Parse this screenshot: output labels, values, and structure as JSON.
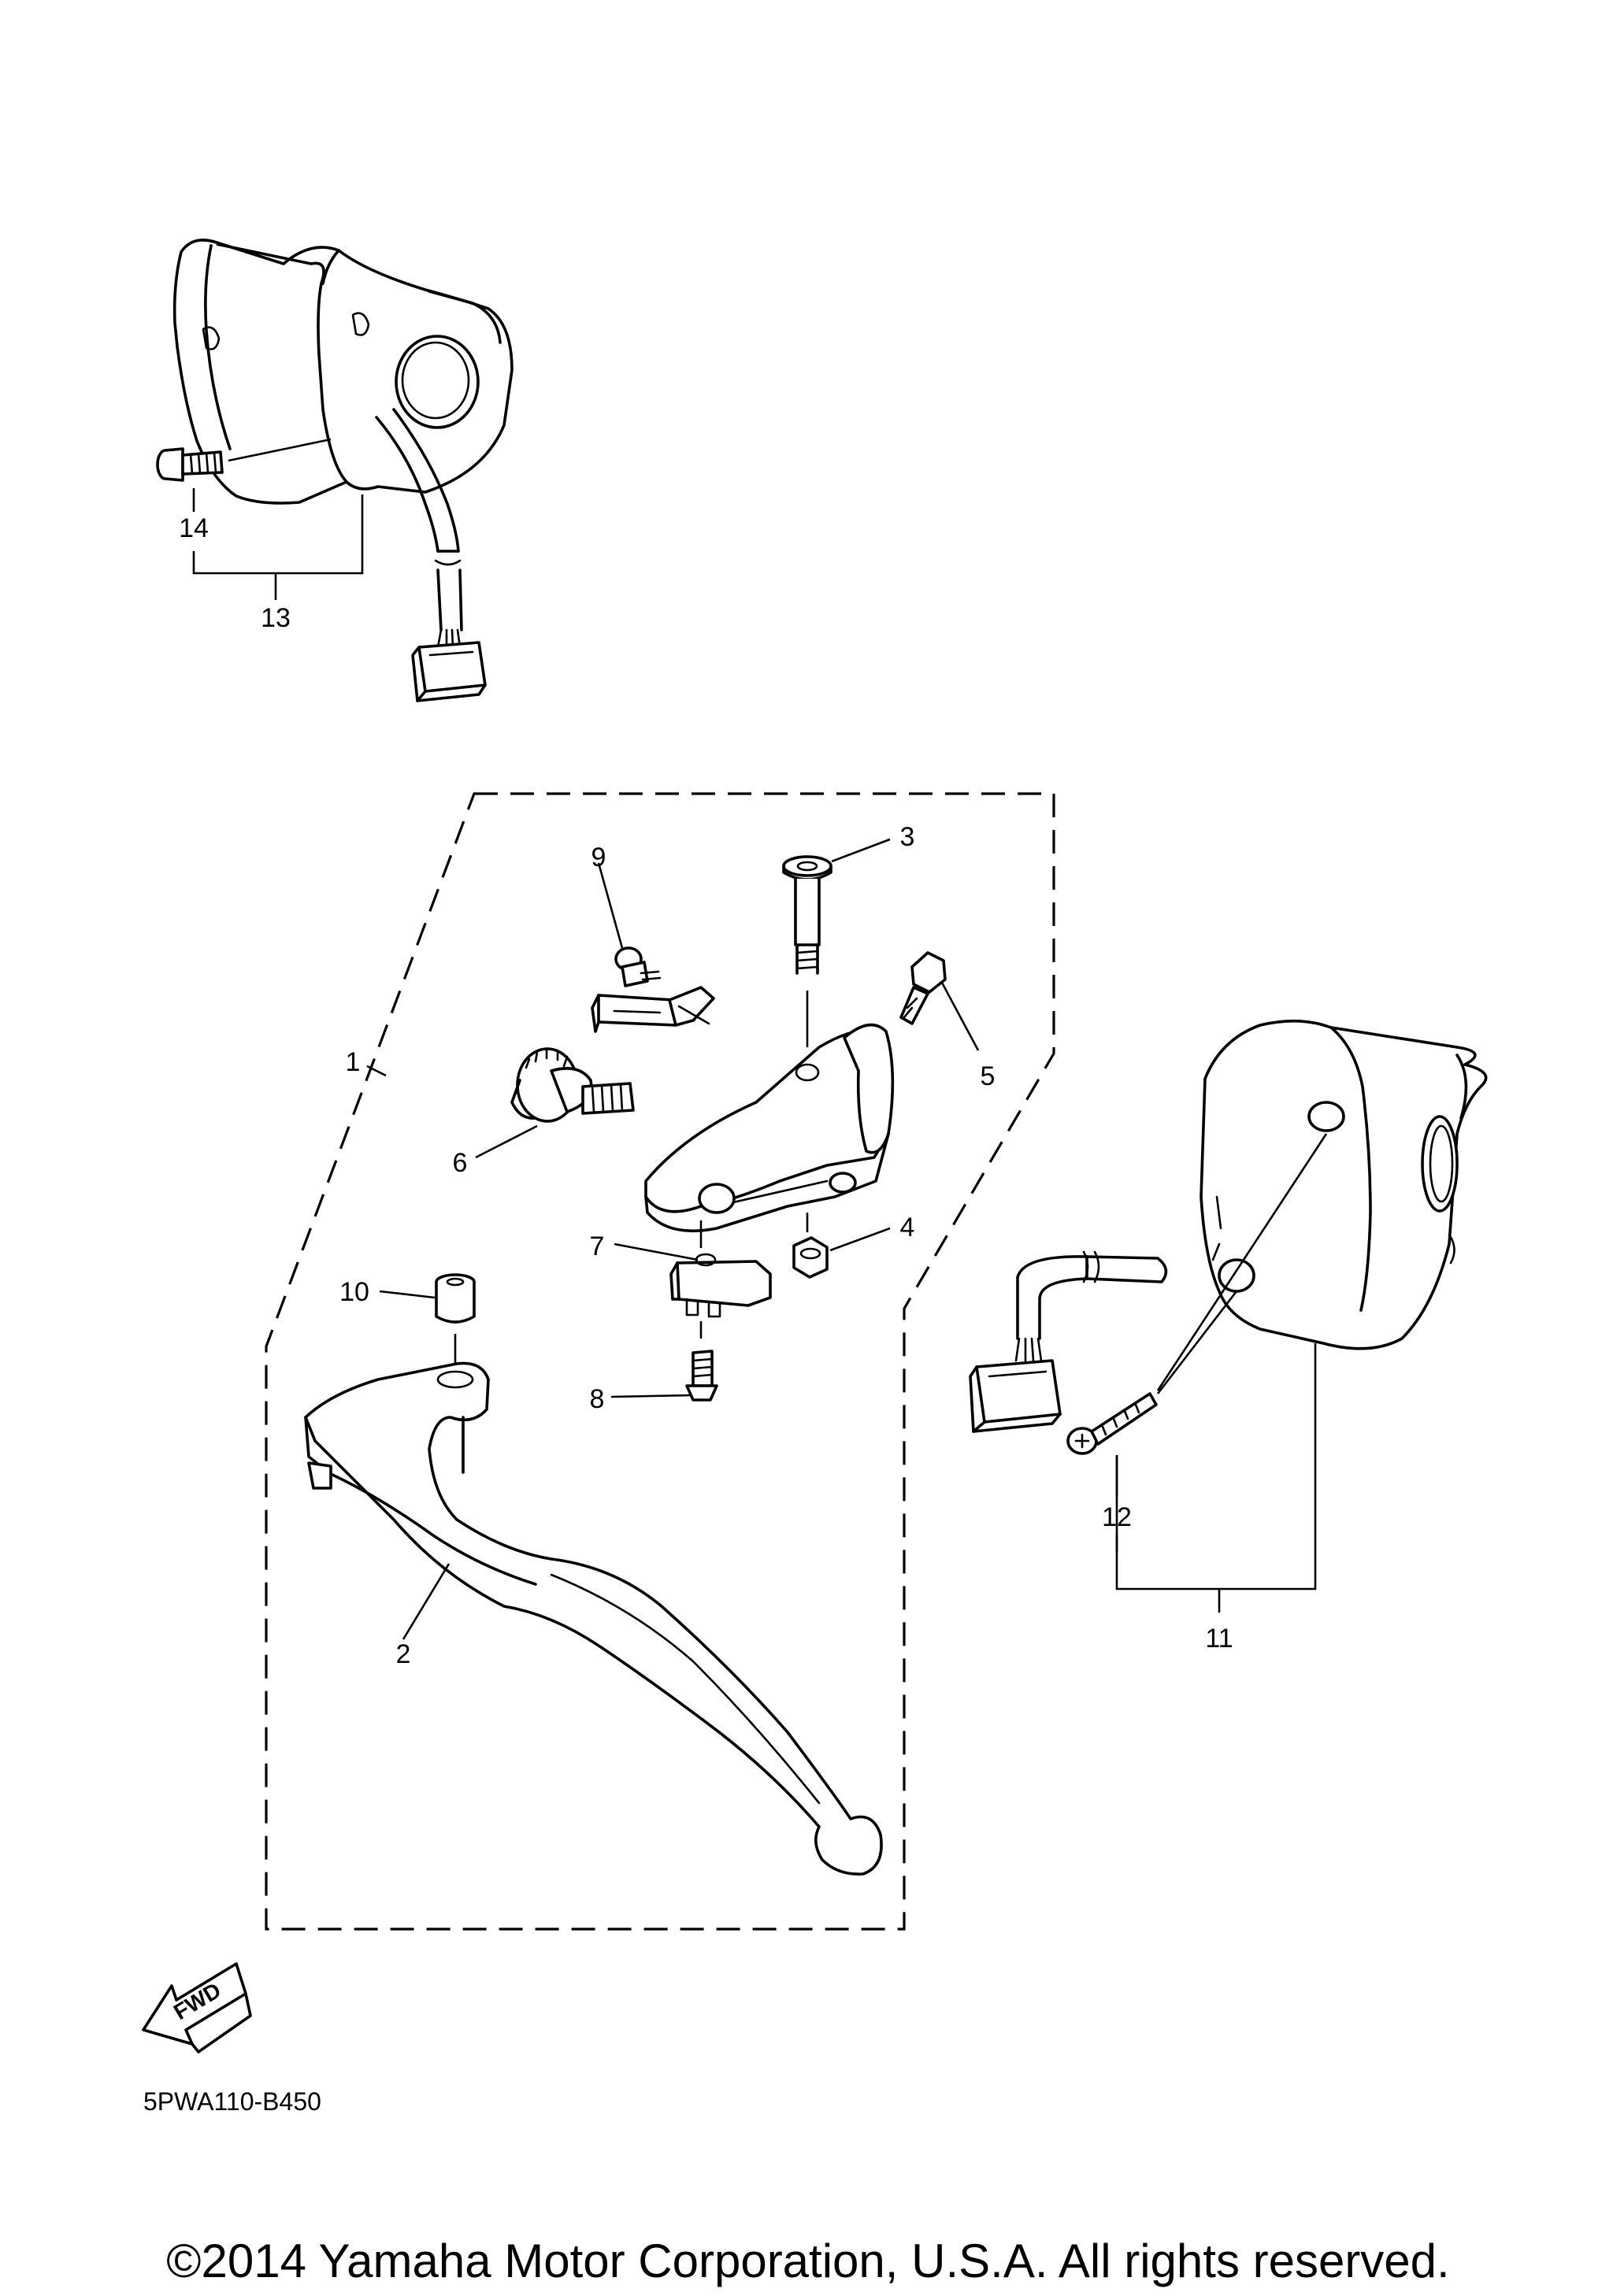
{
  "callouts": {
    "c1": "1",
    "c2": "2",
    "c3": "3",
    "c4": "4",
    "c5": "5",
    "c6": "6",
    "c7": "7",
    "c8": "8",
    "c9": "9",
    "c10": "10",
    "c11": "11",
    "c12": "12",
    "c13": "13",
    "c14": "14"
  },
  "fwd_label": "FWD",
  "diagram_code": "5PWA110-B450",
  "copyright": "©2014 Yamaha Motor Corporation, U.S.A. All rights reserved."
}
